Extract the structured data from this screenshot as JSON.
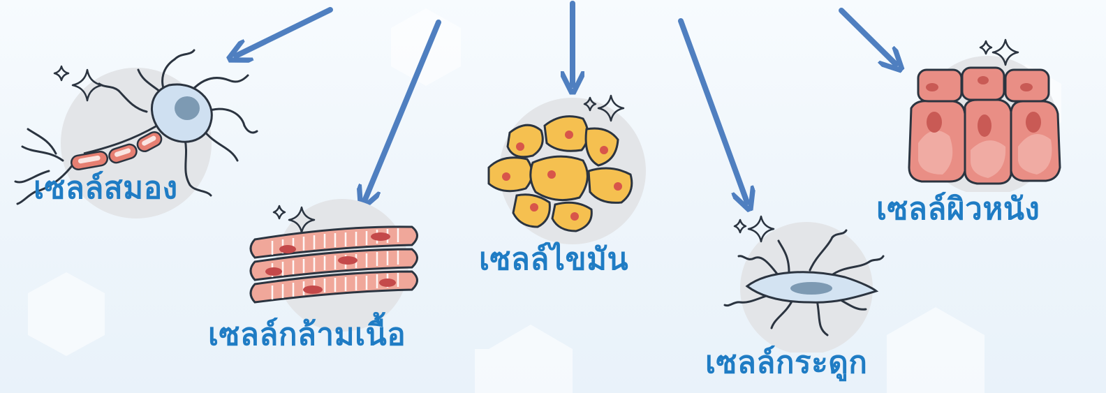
{
  "colors": {
    "arrow": "#4f7fc0",
    "label": "#1f7cc4",
    "circle": "#e3e5e8",
    "neuron_body": "#cfe0f1",
    "neuron_nucleus": "#7d9ab3",
    "myelin": "#e67f72",
    "muscle": "#f0a79a",
    "muscle_stripe": "#ffffff",
    "fat": "#f5c050",
    "fat_nucleus": "#d8554a",
    "bone_cell": "#d3e3f2",
    "skin": "#e98e85",
    "skin_dark": "#c95a55",
    "outline": "#2b3440"
  },
  "cells": [
    {
      "id": "brain",
      "label": "เซลล์สมอง",
      "icon": "neuron-icon"
    },
    {
      "id": "muscle",
      "label": "เซลล์กล้ามเนื้อ",
      "icon": "muscle-fiber-icon"
    },
    {
      "id": "fat",
      "label": "เซลล์ไขมัน",
      "icon": "fat-cell-icon"
    },
    {
      "id": "bone",
      "label": "เซลล์กระดูก",
      "icon": "osteocyte-icon"
    },
    {
      "id": "skin",
      "label": "เซลล์ผิวหนัง",
      "icon": "skin-cell-icon"
    }
  ]
}
